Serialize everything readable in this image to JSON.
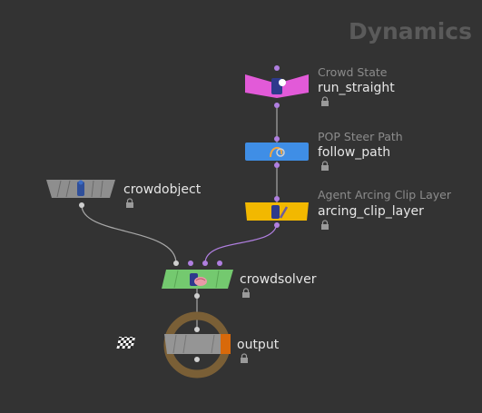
{
  "context_title": "Dynamics",
  "colors": {
    "background": "#333333",
    "wire": "#a8a8a8",
    "connector": "#b07fe0",
    "crowd_state": "#e25ad8",
    "pop_steer": "#3f8ee6",
    "agent_arcing": "#f2b800",
    "crowdsolver": "#74c96f",
    "crowdobject": "#8e8e8e",
    "output": "#959595",
    "output_flag": "#d8690a",
    "output_ring": "#7a5f36"
  },
  "nodes": {
    "run_straight": {
      "type": "Crowd State",
      "name": "run_straight",
      "icon": "crowd-agent-icon"
    },
    "follow_path": {
      "type": "POP Steer Path",
      "name": "follow_path",
      "icon": "steer-path-icon"
    },
    "arcing_clip_layer": {
      "type": "Agent Arcing Clip Layer",
      "name": "arcing_clip_layer",
      "icon": "agent-arc-icon"
    },
    "crowdobject": {
      "type": "",
      "name": "crowdobject",
      "icon": "agent-figure-icon"
    },
    "crowdsolver": {
      "type": "",
      "name": "crowdsolver",
      "icon": "solver-brain-icon"
    },
    "output": {
      "type": "",
      "name": "output",
      "icon": "checkered-flag-icon"
    }
  }
}
